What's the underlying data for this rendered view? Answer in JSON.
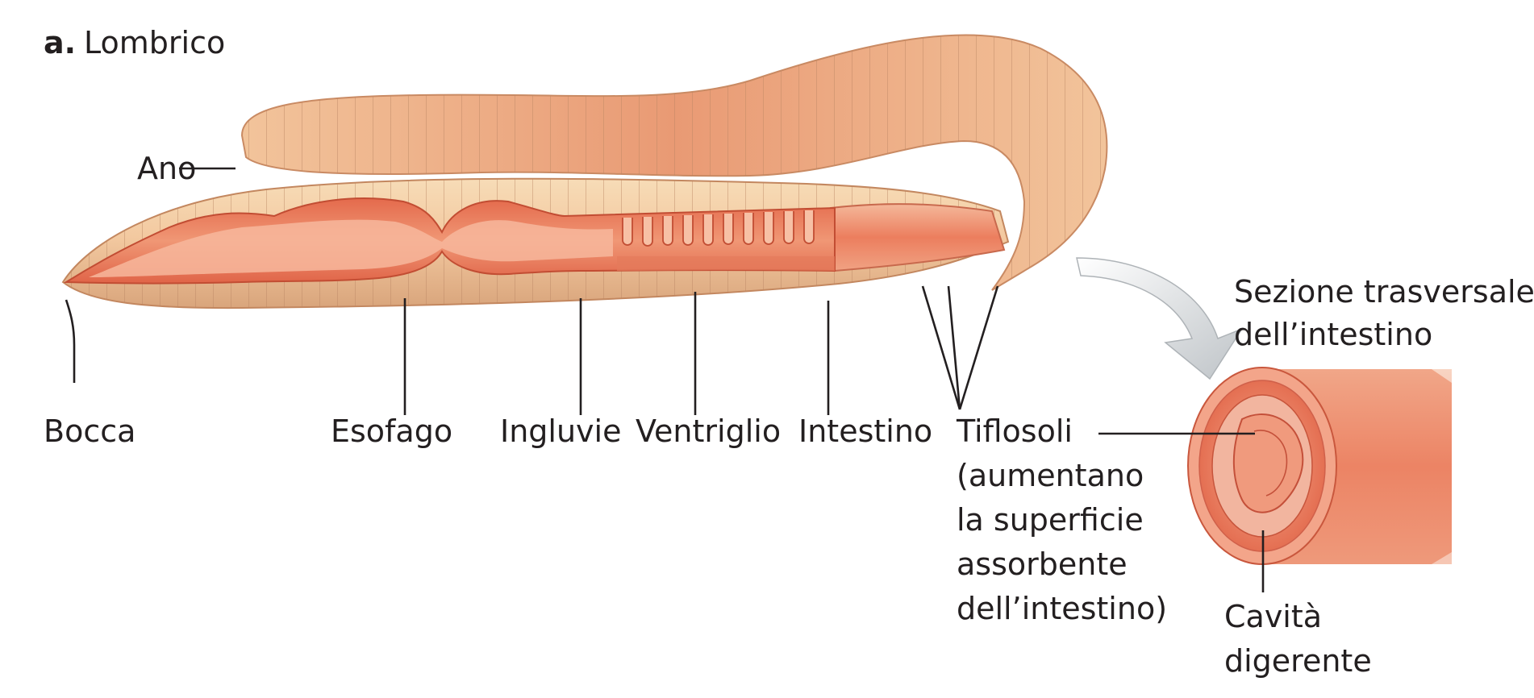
{
  "panel": {
    "letter": "a.",
    "title": "Lombrico"
  },
  "labels": {
    "ano": "Ano",
    "bocca": "Bocca",
    "esofago": "Esofago",
    "ingluvie": "Ingluvie",
    "ventriglio": "Ventriglio",
    "intestino": "Intestino",
    "tiflosoli": "Tiflosoli",
    "tiflosoli_note": [
      "(aumentano",
      "la superficie",
      "assorbente",
      "dell’intestino)"
    ],
    "sezione": [
      "Sezione trasversale",
      "dell’intestino"
    ],
    "cavita": [
      "Cavità",
      "digerente"
    ]
  },
  "colors": {
    "skin_light": "#f6d7b0",
    "skin_band": "#e8a57d",
    "gut_fill": "#ee8a66",
    "gut_light": "#f7b59a",
    "gut_dark": "#d95a3e",
    "arrow": "#c9cdd0"
  }
}
